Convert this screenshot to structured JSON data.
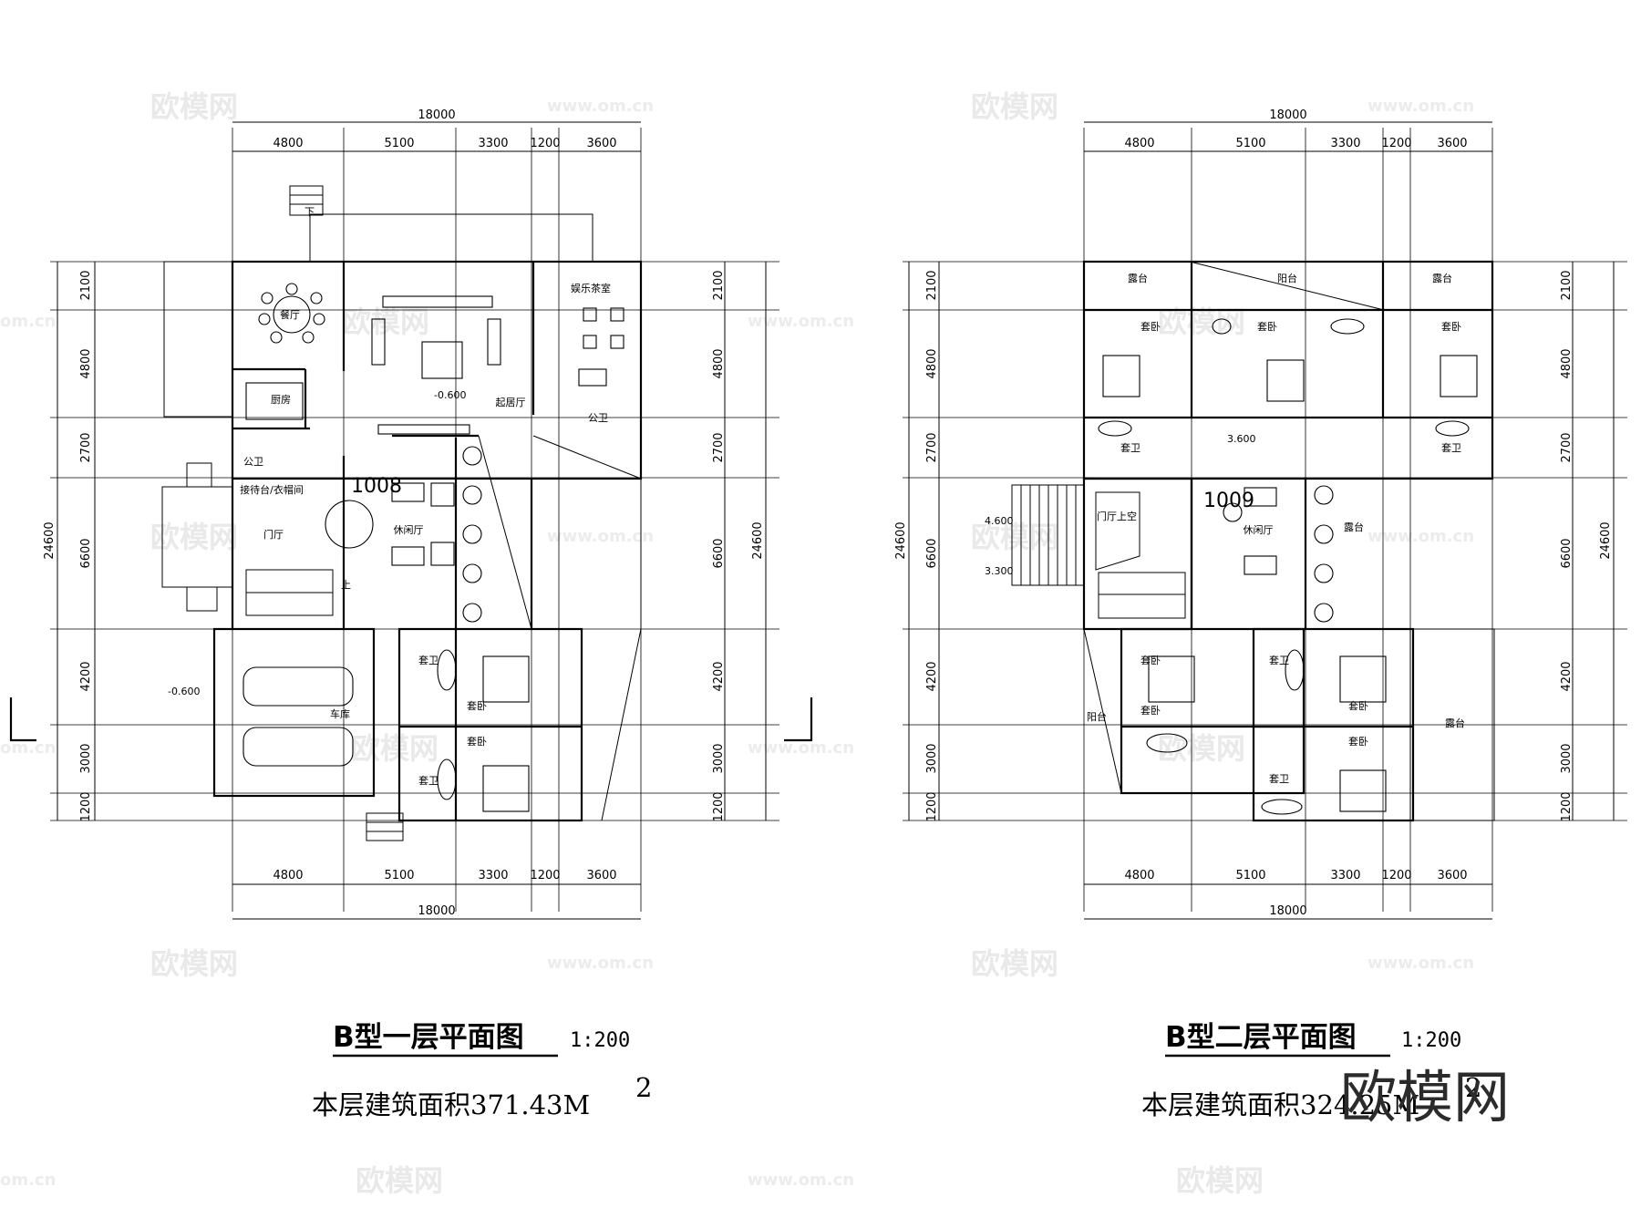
{
  "watermarks": {
    "brand": "欧模网",
    "url": "www.om.cn",
    "url_short": "om.cn"
  },
  "brand_logo": "欧模网",
  "plans": [
    {
      "id": "floor1",
      "dims_top": [
        "4800",
        "5100",
        "3300",
        "1200",
        "3600"
      ],
      "dims_bottom": [
        "4800",
        "5100",
        "3300",
        "1200",
        "3600"
      ],
      "total_width": "18000",
      "dims_left": [
        "2100",
        "4800",
        "2700",
        "6600",
        "4200",
        "3000",
        "1200"
      ],
      "dims_right": [
        "2100",
        "4800",
        "2700",
        "6600",
        "4200",
        "3000",
        "1200"
      ],
      "total_height": "24600",
      "rooms": {
        "dining": "餐厅",
        "living": "起居厅",
        "entertainment": "娱乐茶室",
        "kitchen": "厨房",
        "wc1": "公卫",
        "wc2": "公卫",
        "reception": "接待台/衣帽间",
        "foyer": "门厅",
        "lounge": "休闲厅",
        "garage": "车库",
        "suite_bath1": "套卫",
        "suite_bed1": "套卧",
        "suite_bath2": "套卫",
        "suite_bed2": "套卧"
      },
      "levels": {
        "living": "-0.600",
        "garage": "-0.600"
      },
      "stair_down": "下",
      "stair_up": "上",
      "room_number": "1008",
      "title": "B型一层平面图",
      "scale": "1:200",
      "area_text": "本层建筑面积371.43M",
      "area_sup": "2"
    },
    {
      "id": "floor2",
      "dims_top": [
        "4800",
        "5100",
        "3300",
        "1200",
        "3600"
      ],
      "dims_bottom": [
        "4800",
        "5100",
        "3300",
        "1200",
        "3600"
      ],
      "total_width": "18000",
      "dims_left": [
        "2100",
        "4800",
        "2700",
        "6600",
        "4200",
        "3000",
        "1200"
      ],
      "dims_right": [
        "2100",
        "4800",
        "2700",
        "6600",
        "4200",
        "3000",
        "1200"
      ],
      "total_height": "24600",
      "rooms": {
        "terrace1": "露台",
        "balcony_top": "阳台",
        "terrace2": "露台",
        "bed1": "套卧",
        "bed2": "套卧",
        "bed3": "套卧",
        "bath1": "套卫",
        "bath2": "套卫",
        "foyer_void": "门厅上空",
        "lounge": "休闲厅",
        "terrace_mid": "露台",
        "bath3": "套卫",
        "bed4": "套卧",
        "bed5": "套卧",
        "balcony_left": "阳台",
        "bed6": "套卧",
        "bath4": "套卫",
        "bed7": "套卧",
        "terrace_right": "露台"
      },
      "levels": {
        "hall": "3.600",
        "stair_top": "4.600",
        "stair_bottom": "3.300"
      },
      "room_number": "1009",
      "title": "B型二层平面图",
      "scale": "1:200",
      "area_text": "本层建筑面积324.25M",
      "area_sup": "2"
    }
  ]
}
